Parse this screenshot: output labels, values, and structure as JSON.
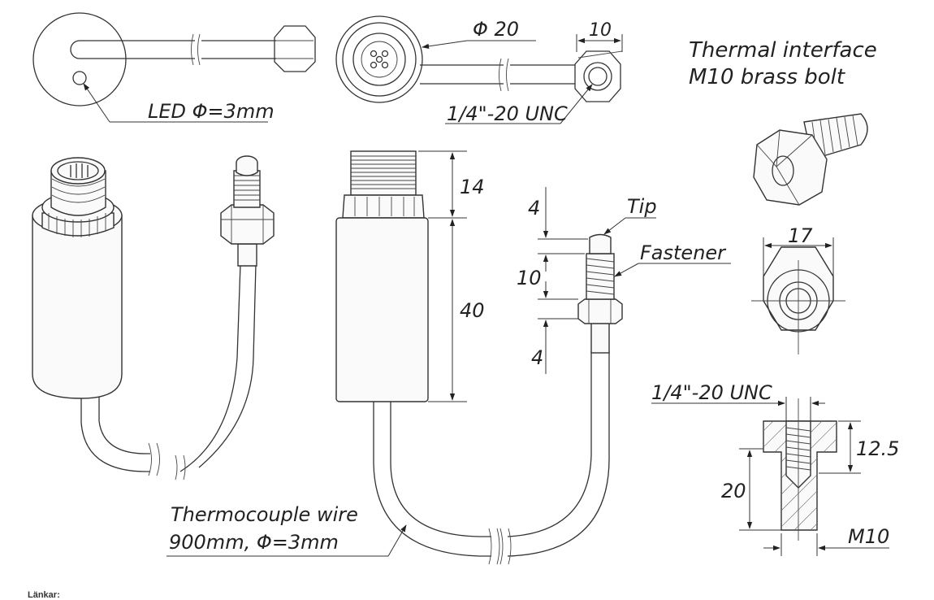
{
  "labels": {
    "led": "LED Φ=3mm",
    "connector_diameter": "Φ 20",
    "bolt_width": "10",
    "thread_top": "1/4\"-20 UNC",
    "thermal_line1": "Thermal interface",
    "thermal_line2": "M10 brass bolt",
    "body_top": "14",
    "body_length": "40",
    "tip_dim1": "4",
    "tip_dim2": "10",
    "tip_dim3": "4",
    "tip": "Tip",
    "fastener": "Fastener",
    "hex_width": "17",
    "thread_section": "1/4\"-20 UNC",
    "bolt_head": "12.5",
    "bolt_length": "20",
    "m10": "M10",
    "wire_line1": "Thermocouple wire",
    "wire_line2": "900mm, Φ=3mm"
  },
  "footer": "Länkar:"
}
